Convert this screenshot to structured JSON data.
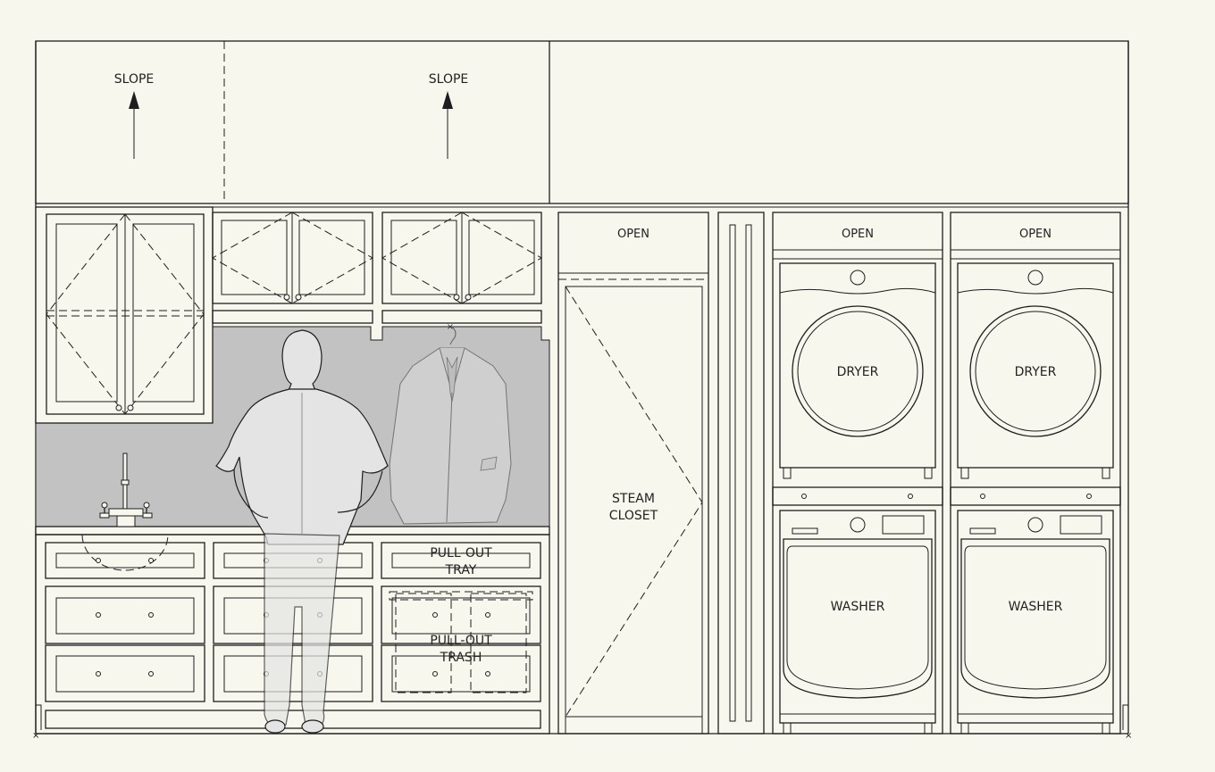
{
  "labels": {
    "slope_left": "SLOPE",
    "slope_right": "SLOPE",
    "open_steam": "OPEN",
    "open_left": "OPEN",
    "open_right": "OPEN",
    "dryer_left": "DRYER",
    "dryer_right": "DRYER",
    "washer_left": "WASHER",
    "washer_right": "WASHER",
    "steam_line1": "STEAM",
    "steam_line2": "CLOSET",
    "pullout_tray_line1": "PULL-OUT",
    "pullout_tray_line2": "TRAY",
    "pullout_trash_line1": "PULL-OUT",
    "pullout_trash_line2": "TRASH"
  },
  "colors": {
    "background": "#f7f7ee",
    "line": "#1e1e1e",
    "backsplash": "#c2c2c2",
    "figure_fill": "#e4e4e4"
  }
}
